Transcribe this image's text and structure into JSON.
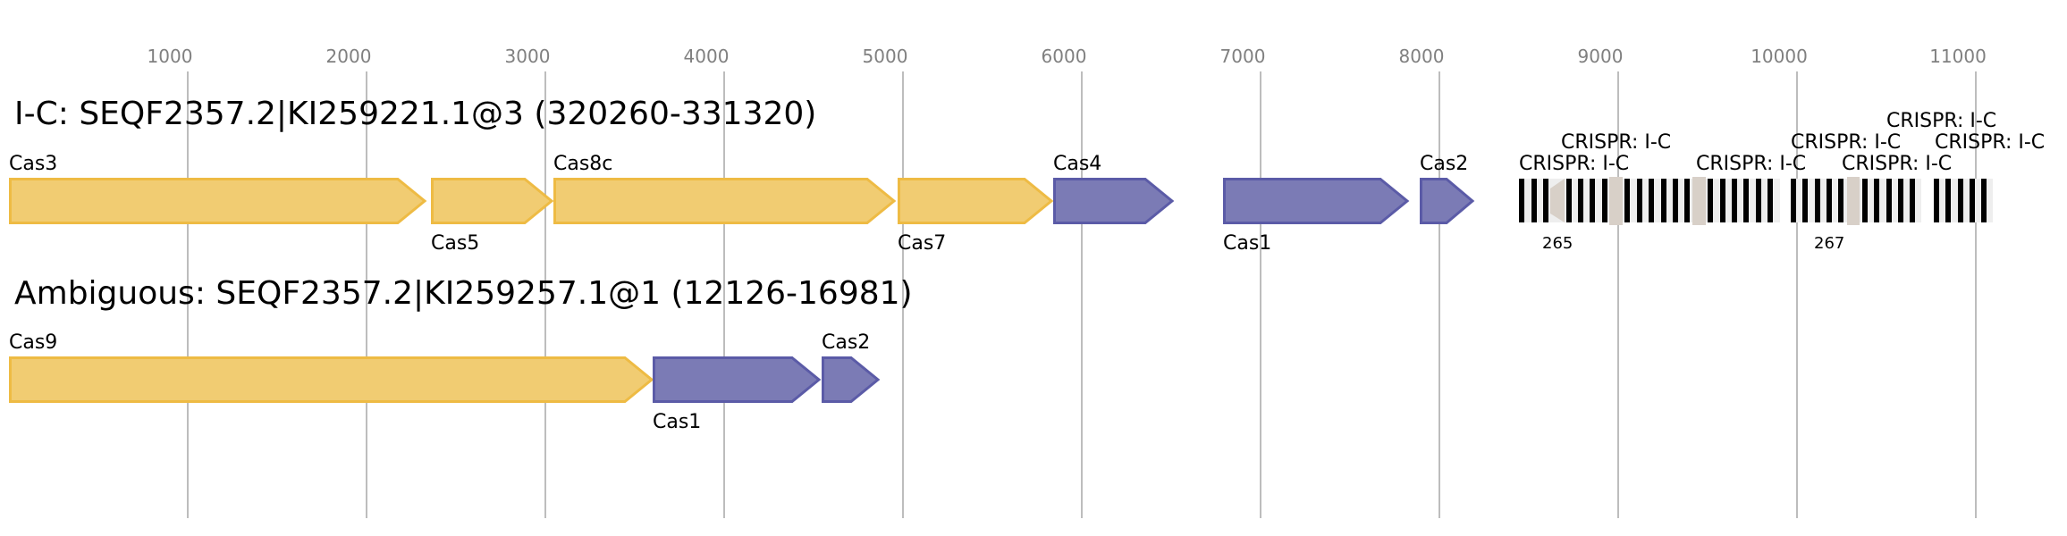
{
  "colors": {
    "core_fill": "#f1cc72",
    "core_stroke": "#eebb44",
    "adapt_fill": "#7b7bb5",
    "adapt_stroke": "#5b5ba7",
    "repeat": "#000000",
    "spacer_bg": "#eeeeee",
    "crispr_marker": "#d8d0c8",
    "grid": "#bdbdbd",
    "tick_text": "#808080"
  },
  "axis": {
    "ticks": [
      1000,
      2000,
      3000,
      4000,
      5000,
      6000,
      7000,
      8000,
      9000,
      10000,
      11000
    ],
    "tick_labels": [
      "1000",
      "2000",
      "3000",
      "4000",
      "5000",
      "6000",
      "7000",
      "8000",
      "9000",
      "10000",
      "11000"
    ]
  },
  "loci": [
    {
      "title": "I-C: SEQF2357.2|KI259221.1@3 (320260-331320)",
      "genes": [
        {
          "name": "Cas3",
          "start": 0,
          "end": 2330,
          "module": "core",
          "label_pos": "above"
        },
        {
          "name": "Cas5",
          "start": 2360,
          "end": 3040,
          "module": "core",
          "label_pos": "below"
        },
        {
          "name": "Cas8c",
          "start": 3045,
          "end": 4955,
          "module": "core",
          "label_pos": "above"
        },
        {
          "name": "Cas7",
          "start": 4970,
          "end": 5835,
          "module": "core",
          "label_pos": "below"
        },
        {
          "name": "Cas4",
          "start": 5840,
          "end": 6510,
          "module": "adapt",
          "label_pos": "above"
        },
        {
          "name": "Cas1",
          "start": 6790,
          "end": 7825,
          "module": "adapt",
          "label_pos": "below"
        },
        {
          "name": "Cas2",
          "start": 7890,
          "end": 8190,
          "module": "adapt",
          "label_pos": "above"
        }
      ],
      "crispr_arrays": [
        {
          "label": "CRISPR: I-C",
          "count": "265",
          "start": 8445,
          "end": 9875,
          "repeats": [
            8445,
            8515,
            8580,
            8710,
            8775,
            8840,
            8910,
            9035,
            9105,
            9170,
            9240,
            9305,
            9370,
            9500,
            9570,
            9635,
            9700,
            9770,
            9835
          ],
          "markers": [
            {
              "kind": "arrow-left",
              "start": 8620,
              "end": 8700
            },
            {
              "kind": "box",
              "start": 8950,
              "end": 9025
            },
            {
              "kind": "box",
              "start": 9415,
              "end": 9490
            }
          ],
          "labels_at": [
            8445,
            8680,
            9435
          ]
        },
        {
          "label": "CRISPR: I-C",
          "count": "267",
          "start": 9965,
          "end": 10665,
          "repeats": [
            9965,
            10030,
            10100,
            10165,
            10230,
            10365,
            10430,
            10500,
            10565,
            10630
          ],
          "markers": [
            {
              "kind": "box",
              "start": 10280,
              "end": 10350
            }
          ],
          "labels_at": [
            9965,
            10250,
            10500
          ]
        },
        {
          "label": "CRISPR: I-C",
          "count": "",
          "start": 10765,
          "end": 11065,
          "repeats": [
            10765,
            10830,
            10900,
            10965,
            11030
          ],
          "markers": [],
          "labels_at": [
            10770
          ]
        }
      ]
    },
    {
      "title": "Ambiguous: SEQF2357.2|KI259257.1@1 (12126-16981)",
      "genes": [
        {
          "name": "Cas9",
          "start": 0,
          "end": 3600,
          "module": "core",
          "label_pos": "above"
        },
        {
          "name": "Cas1",
          "start": 3600,
          "end": 4535,
          "module": "adapt",
          "label_pos": "below"
        },
        {
          "name": "Cas2",
          "start": 4545,
          "end": 4865,
          "module": "adapt",
          "label_pos": "above"
        }
      ],
      "crispr_arrays": []
    }
  ]
}
